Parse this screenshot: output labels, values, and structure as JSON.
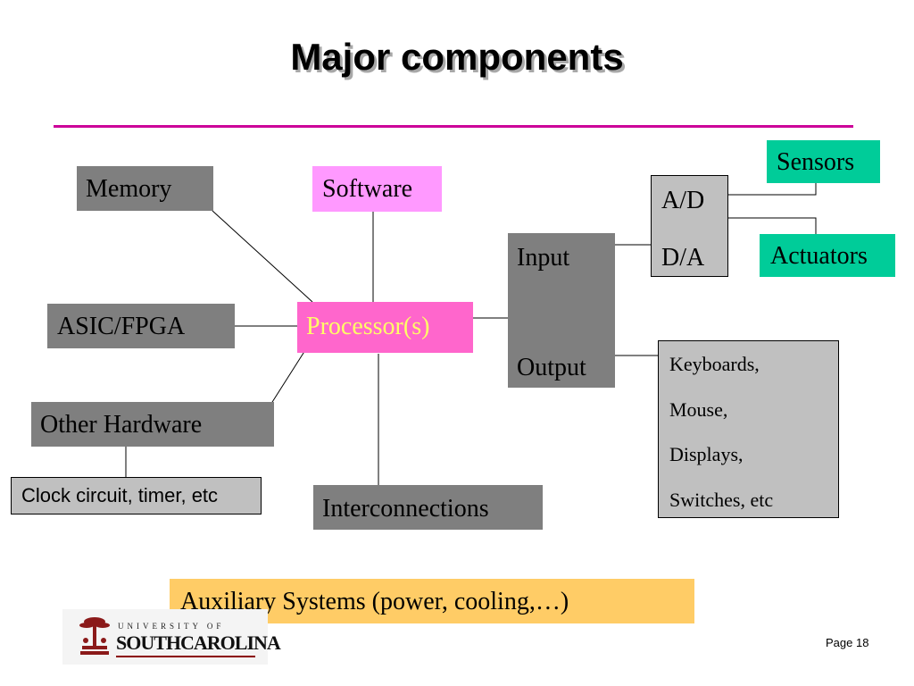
{
  "title": "Major components",
  "nodes": {
    "memory": "Memory",
    "software": "Software",
    "asic_fpga": "ASIC/FPGA",
    "processor": "Processor(s)",
    "other_hardware": "Other Hardware",
    "clock": "Clock circuit, timer, etc",
    "interconnections": "Interconnections",
    "input": "Input",
    "output": "Output",
    "ad": "A/D",
    "da": "D/A",
    "sensors": "Sensors",
    "actuators": "Actuators",
    "peripherals": [
      "Keyboards,",
      "Mouse,",
      "Displays,",
      "Switches, etc"
    ],
    "auxiliary": "Auxiliary Systems (power, cooling,…)"
  },
  "logo": {
    "top_text": "UNIVERSITY OF",
    "main_text": "SOUTHCAROLINA"
  },
  "page_number": "Page 18",
  "colors": {
    "title_rule": "#cc0099",
    "gray_box": "#7f7f7f",
    "light_gray_box": "#c0c0c0",
    "teal_box": "#00cc99",
    "software_box": "#ff99ff",
    "processor_box": "#ff66cc",
    "processor_text": "#ffff66",
    "auxiliary_box": "#ffcc66"
  }
}
